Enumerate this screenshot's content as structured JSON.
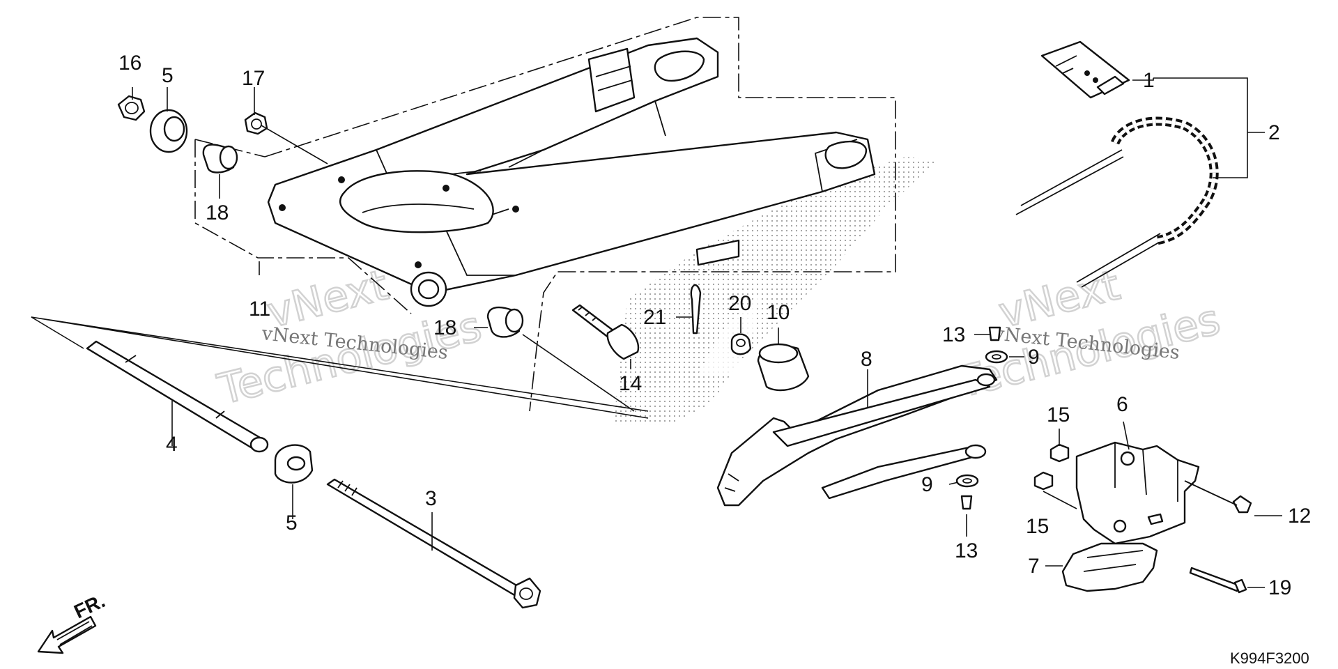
{
  "diagram_code": "K994F3200",
  "front_indicator": "FR.",
  "watermarks": {
    "small": "vNext Technologies",
    "large_top": "vNext",
    "large_bottom": "Technologies"
  },
  "callouts": [
    {
      "id": "c1",
      "label": "1"
    },
    {
      "id": "c2",
      "label": "2"
    },
    {
      "id": "c3",
      "label": "3"
    },
    {
      "id": "c4",
      "label": "4"
    },
    {
      "id": "c5a",
      "label": "5"
    },
    {
      "id": "c5b",
      "label": "5"
    },
    {
      "id": "c6",
      "label": "6"
    },
    {
      "id": "c7",
      "label": "7"
    },
    {
      "id": "c8",
      "label": "8"
    },
    {
      "id": "c9a",
      "label": "9"
    },
    {
      "id": "c9b",
      "label": "9"
    },
    {
      "id": "c10",
      "label": "10"
    },
    {
      "id": "c11",
      "label": "11"
    },
    {
      "id": "c12",
      "label": "12"
    },
    {
      "id": "c13a",
      "label": "13"
    },
    {
      "id": "c13b",
      "label": "13"
    },
    {
      "id": "c14",
      "label": "14"
    },
    {
      "id": "c15a",
      "label": "15"
    },
    {
      "id": "c15b",
      "label": "15"
    },
    {
      "id": "c16",
      "label": "16"
    },
    {
      "id": "c17",
      "label": "17"
    },
    {
      "id": "c18a",
      "label": "18"
    },
    {
      "id": "c18b",
      "label": "18"
    },
    {
      "id": "c19",
      "label": "19"
    },
    {
      "id": "c20",
      "label": "20"
    },
    {
      "id": "c21",
      "label": "21"
    }
  ]
}
